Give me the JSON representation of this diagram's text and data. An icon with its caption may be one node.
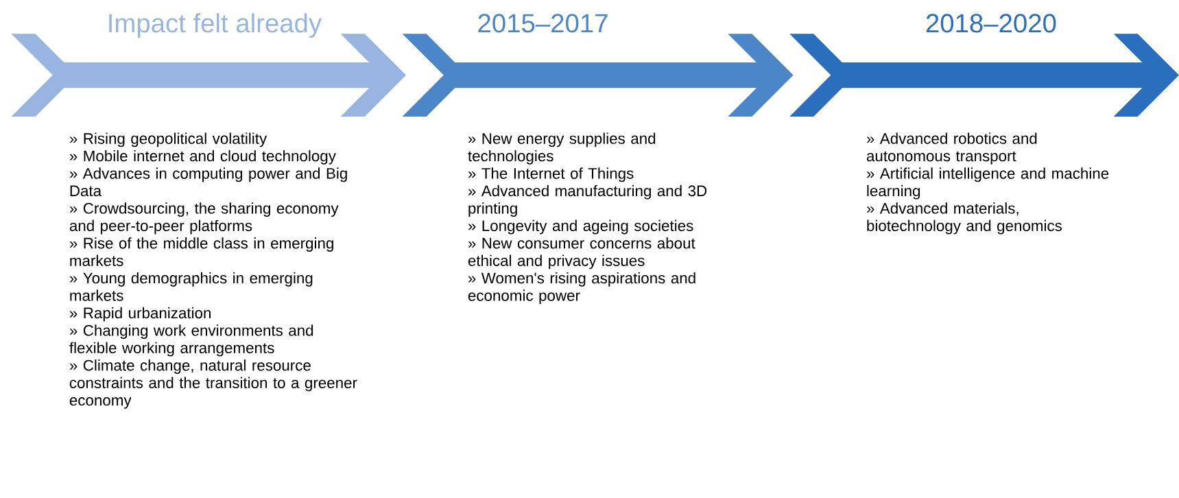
{
  "diagram": {
    "nodes": [
      {
        "text": [
          "Impact felt already"
        ],
        "beside": [
          "» Rising geopolitical volatility",
          "» Mobile internet and cloud technology",
          "» Advances in computing power and Big Data",
          "» Crowdsourcing, the sharing economy and peer-to-peer platforms",
          "» Rise of the middle class in emerging markets",
          "» Young demographics in emerging markets",
          "» Rapid urbanization",
          "» Changing work environments and flexible working arrangements",
          "» Climate change, natural resource constraints and the transition to a greener economy"
        ]
      },
      {
        "text": [
          "2015–2017"
        ],
        "beside": [
          "» New energy supplies and technologies",
          "» The Internet of Things",
          "» Advanced manufacturing and 3D printing",
          "» Longevity and ageing societies",
          "» New consumer concerns about ethical and privacy issues",
          "» Women's rising aspirations and economic power"
        ]
      },
      {
        "text": [
          "2018–2020"
        ],
        "beside": [
          "» Advanced robotics and autonomous transport",
          "» Artificial intelligence and machine learning",
          "» Advanced materials, biotechnology and genomics"
        ]
      }
    ]
  }
}
